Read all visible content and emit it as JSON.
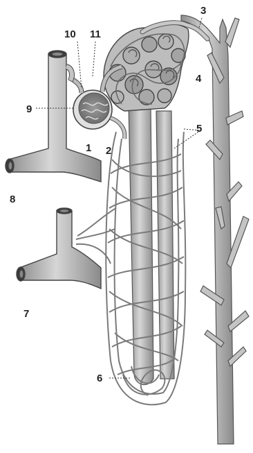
{
  "figure": {
    "labels": [
      "1",
      "2",
      "3",
      "4",
      "5",
      "6",
      "7",
      "8",
      "9",
      "10",
      "11"
    ]
  },
  "colors": {
    "tissue": "#b9b9b9",
    "tissue_light": "#d3d3d3",
    "outline": "#444444",
    "background": "#ffffff"
  }
}
